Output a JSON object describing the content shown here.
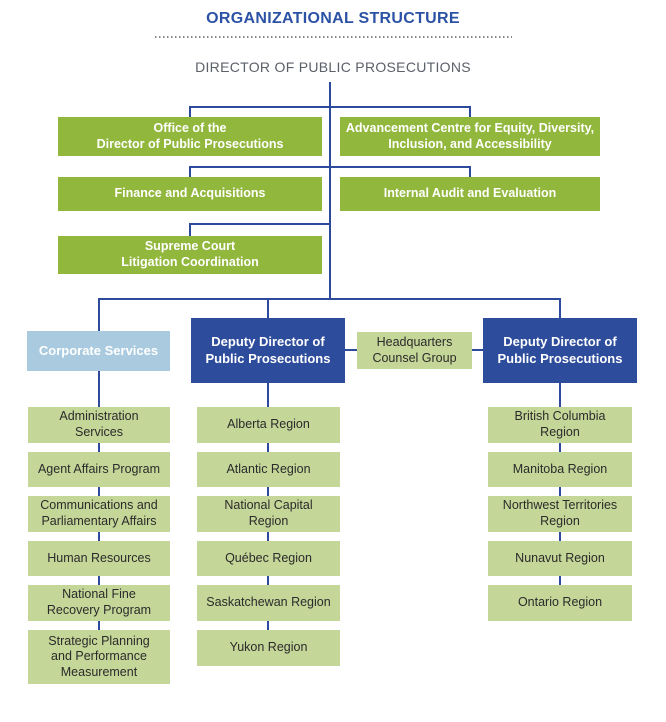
{
  "title": "ORGANIZATIONAL STRUCTURE",
  "director": "DIRECTOR OF PUBLIC PROSECUTIONS",
  "tier1": {
    "office": "Office of the\nDirector of Public Prosecutions",
    "advancement": "Advancement Centre for Equity, Diversity,\nInclusion, and Accessibility",
    "finance": "Finance and Acquisitions",
    "audit": "Internal Audit and Evaluation",
    "supreme_court": "Supreme Court\nLitigation Coordination"
  },
  "tier2": {
    "corporate_services": "Corporate Services",
    "deputy_director_west": "Deputy Director of\nPublic Prosecutions",
    "headquarters_counsel": "Headquarters\nCounsel Group",
    "deputy_director_east": "Deputy Director of\nPublic Prosecutions"
  },
  "corporate_units": [
    "Administration\nServices",
    "Agent Affairs Program",
    "Communications and\nParliamentary Affairs",
    "Human Resources",
    "National Fine\nRecovery Program",
    "Strategic Planning\nand Performance\nMeasurement"
  ],
  "west_regions": [
    "Alberta Region",
    "Atlantic Region",
    "National Capital\nRegion",
    "Québec Region",
    "Saskatchewan Region",
    "Yukon Region"
  ],
  "east_regions": [
    "British Columbia\nRegion",
    "Manitoba Region",
    "Northwest Territories\nRegion",
    "Nunavut Region",
    "Ontario Region"
  ],
  "colors": {
    "title_blue": "#2C52A5",
    "connector_blue": "#2E4A9C",
    "branch_green": "#92B73D",
    "deputy_blue": "#2E4C9C",
    "corporate_light_blue": "#A9CADF",
    "unit_sage_green": "#C4D698",
    "director_text_gray": "#5B6069"
  }
}
